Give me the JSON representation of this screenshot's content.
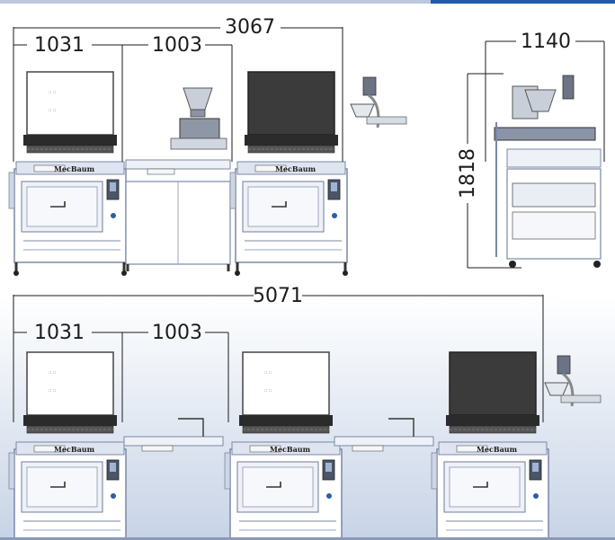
{
  "colors": {
    "accent": "#1e5aa8",
    "frame": "#8c9ab5",
    "panel": "#e6ebf3",
    "screen": "#3b3b3b",
    "dimension": "#1b1b1b"
  },
  "dimensions": {
    "line1_total": "3067",
    "line1_seg1": "1031",
    "line1_seg2": "1003",
    "side_depth": "1140",
    "side_height": "1818",
    "line2_total": "5071",
    "line2_seg1": "1031",
    "line2_seg2": "1003"
  },
  "brand": {
    "logo": "MecBaum"
  }
}
